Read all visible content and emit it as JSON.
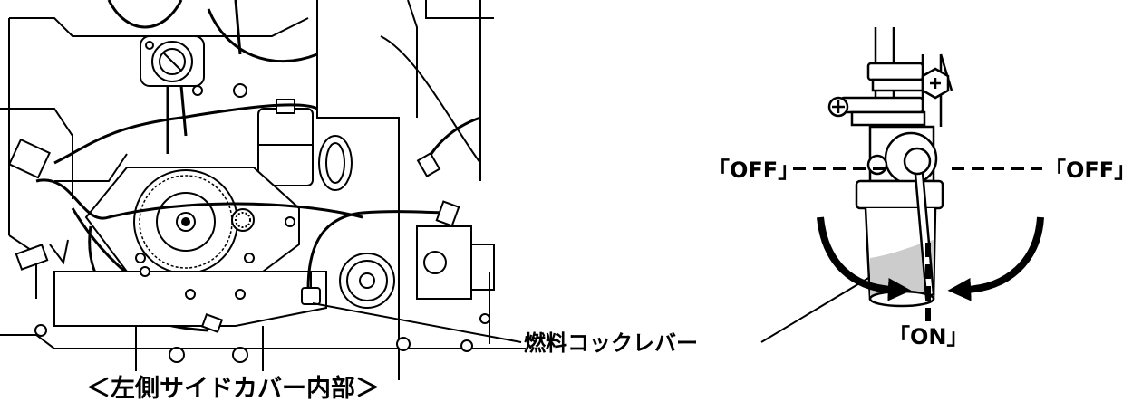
{
  "figure": {
    "left_view_caption": "＜左側サイドカバー内部＞",
    "callout_label": "燃料コックレバー",
    "positions": {
      "off_left": "「OFF」",
      "off_right": "「OFF」",
      "on": "「ON」"
    }
  }
}
